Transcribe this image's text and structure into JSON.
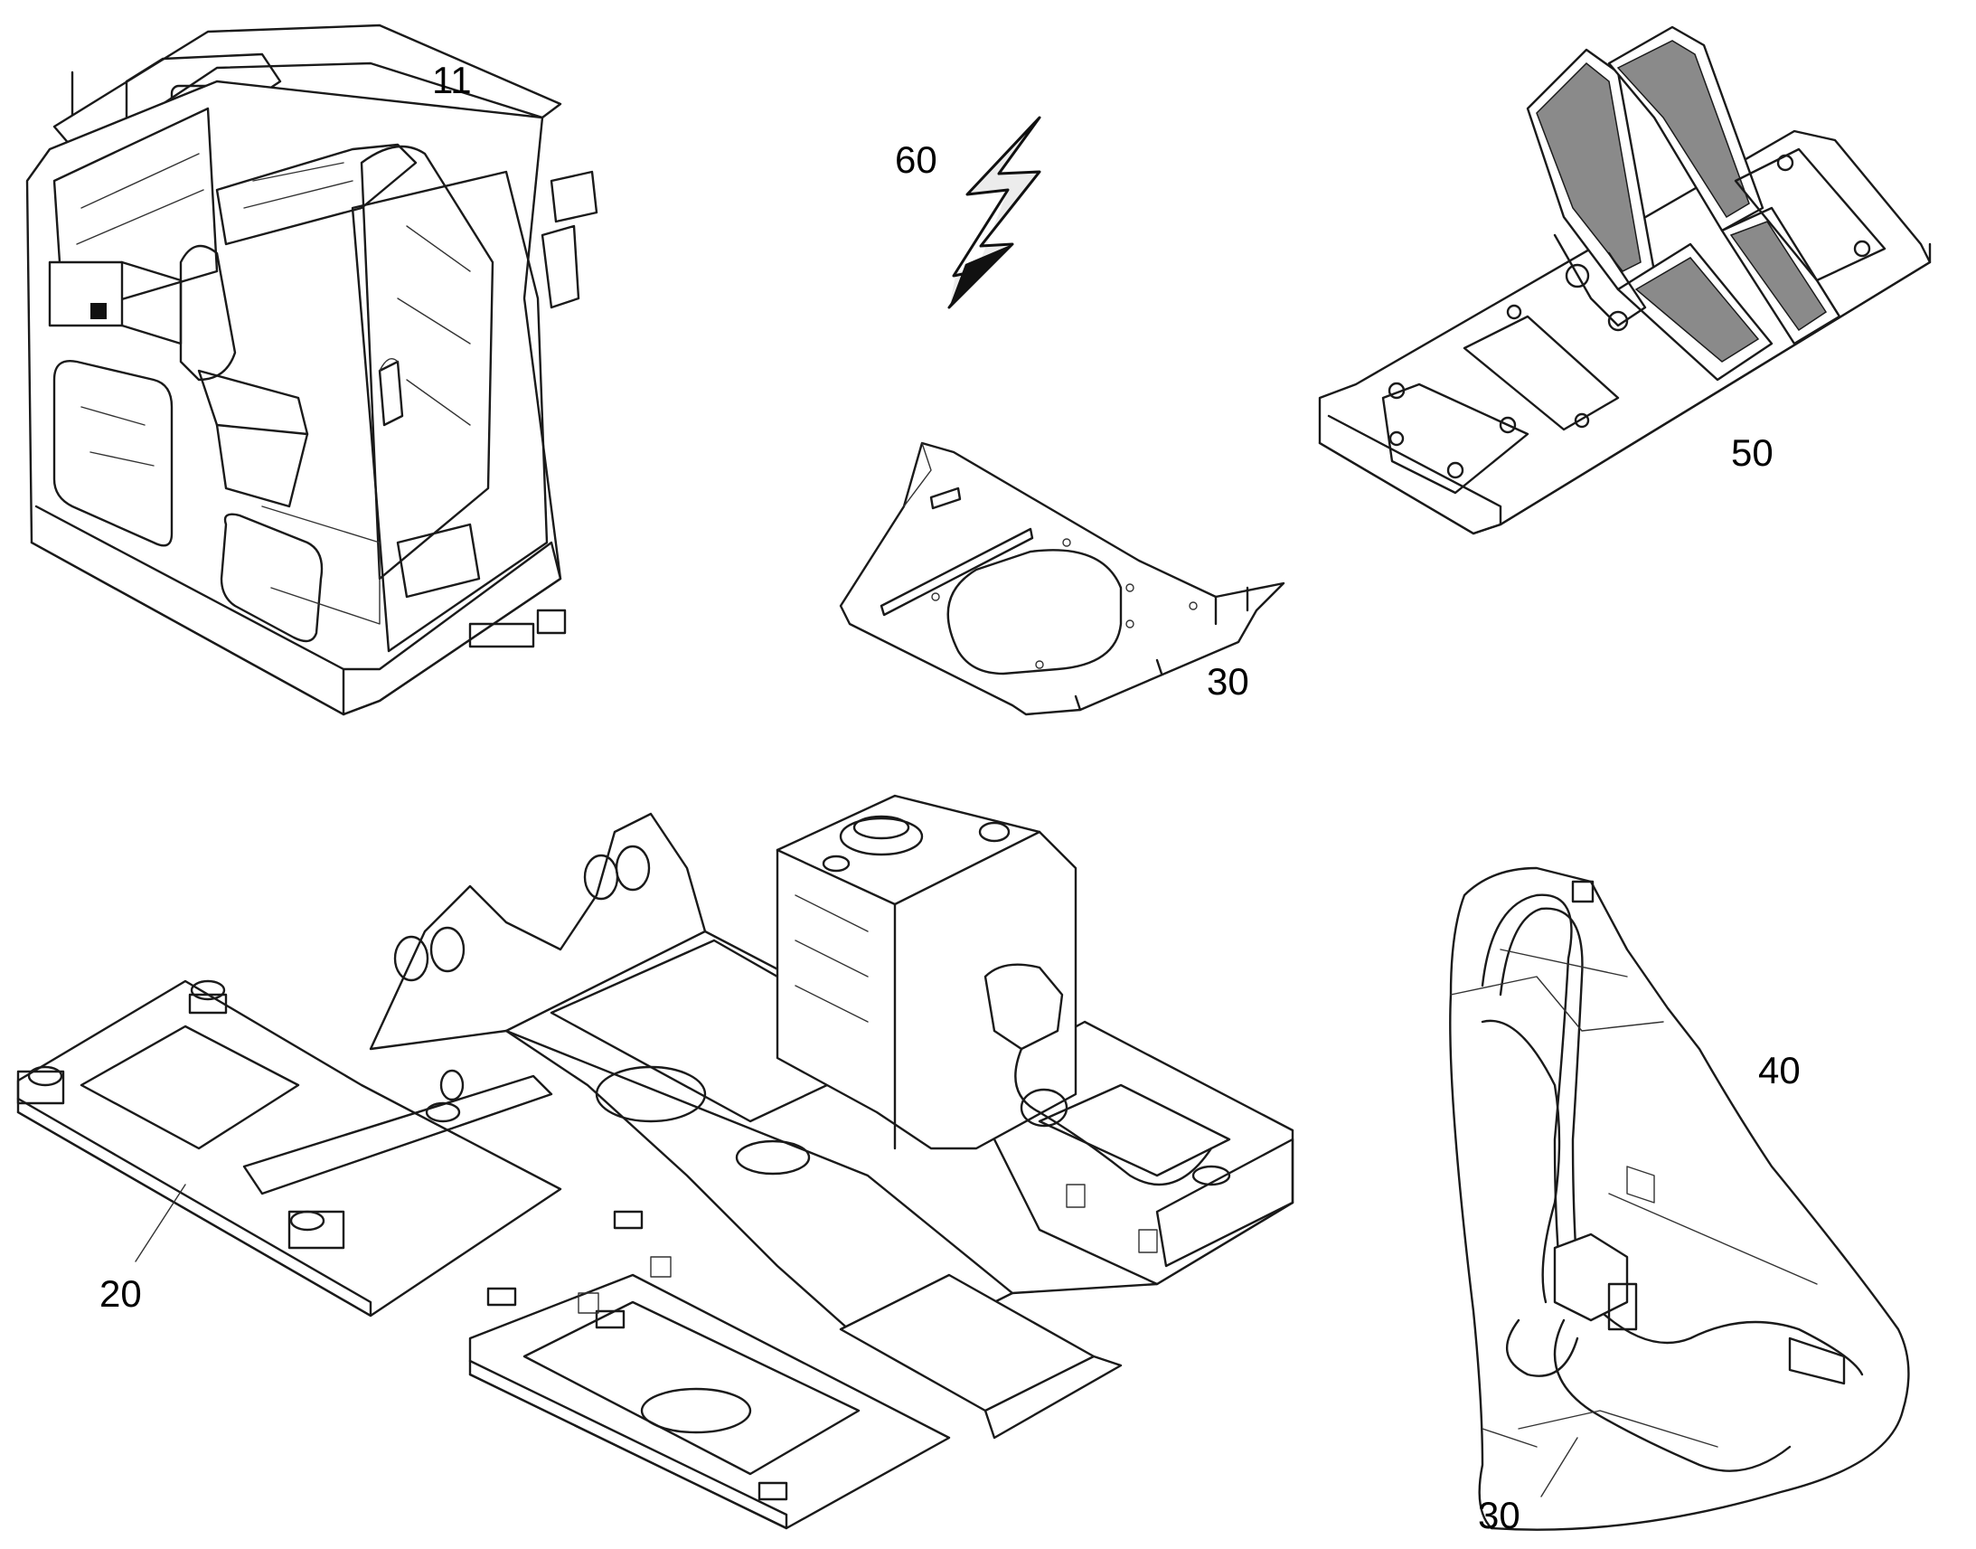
{
  "diagram": {
    "parts": [
      {
        "id": "cab",
        "callout": "11"
      },
      {
        "id": "symbol",
        "callout": "60",
        "icon": "lightning-bolt-icon"
      },
      {
        "id": "pedals",
        "callout": "50"
      },
      {
        "id": "floor-plate",
        "callout": "30"
      },
      {
        "id": "frame",
        "callout": "20"
      },
      {
        "id": "hoses-detail",
        "callout": "40"
      },
      {
        "id": "hoses-detail-plate",
        "callout": "30"
      }
    ],
    "colors": {
      "line": "#1a1a1a",
      "background": "#ffffff",
      "hatch": "#8a8a8a"
    }
  }
}
